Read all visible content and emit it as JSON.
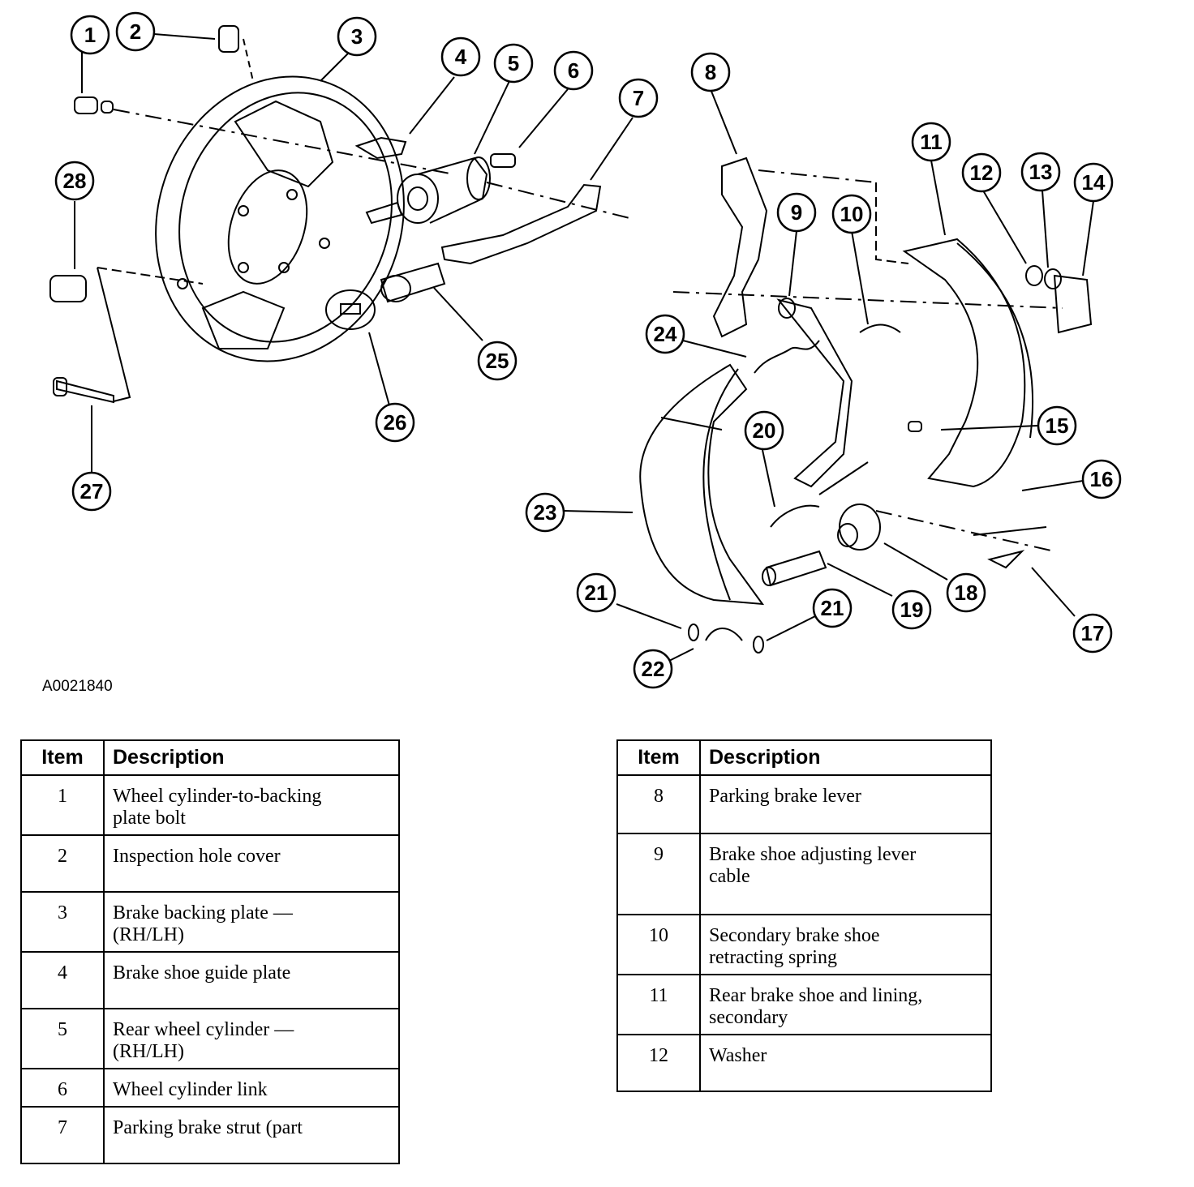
{
  "figure_id": "A0021840",
  "callouts": [
    "1",
    "2",
    "3",
    "4",
    "5",
    "6",
    "7",
    "8",
    "9",
    "10",
    "11",
    "12",
    "13",
    "14",
    "15",
    "16",
    "17",
    "18",
    "19",
    "20",
    "21",
    "22",
    "23",
    "24",
    "25",
    "26",
    "27",
    "28",
    "21"
  ],
  "tables": [
    {
      "headers": {
        "item": "Item",
        "description": "Description"
      },
      "rows": [
        {
          "item": "1",
          "line1": "Wheel cylinder-to-backing",
          "line2": "plate bolt"
        },
        {
          "item": "2",
          "line1": "Inspection hole cover",
          "line2": ""
        },
        {
          "item": "3",
          "line1": "Brake backing plate —",
          "line2": "(RH/LH)"
        },
        {
          "item": "4",
          "line1": "Brake shoe guide plate",
          "line2": ""
        },
        {
          "item": "5",
          "line1": "Rear wheel cylinder —",
          "line2": "(RH/LH)"
        },
        {
          "item": "6",
          "line1": "Wheel cylinder link",
          "line2": ""
        },
        {
          "item": "7",
          "line1": "Parking brake strut (part",
          "line2": ""
        }
      ]
    },
    {
      "headers": {
        "item": "Item",
        "description": "Description"
      },
      "rows": [
        {
          "item": "8",
          "line1": "Parking brake lever",
          "line2": ""
        },
        {
          "item": "9",
          "line1": "Brake shoe adjusting lever",
          "line2": "cable"
        },
        {
          "item": "10",
          "line1": "Secondary brake shoe",
          "line2": "retracting spring"
        },
        {
          "item": "11",
          "line1": "Rear brake shoe and lining,",
          "line2": "secondary"
        },
        {
          "item": "12",
          "line1": "Washer",
          "line2": ""
        }
      ]
    }
  ]
}
